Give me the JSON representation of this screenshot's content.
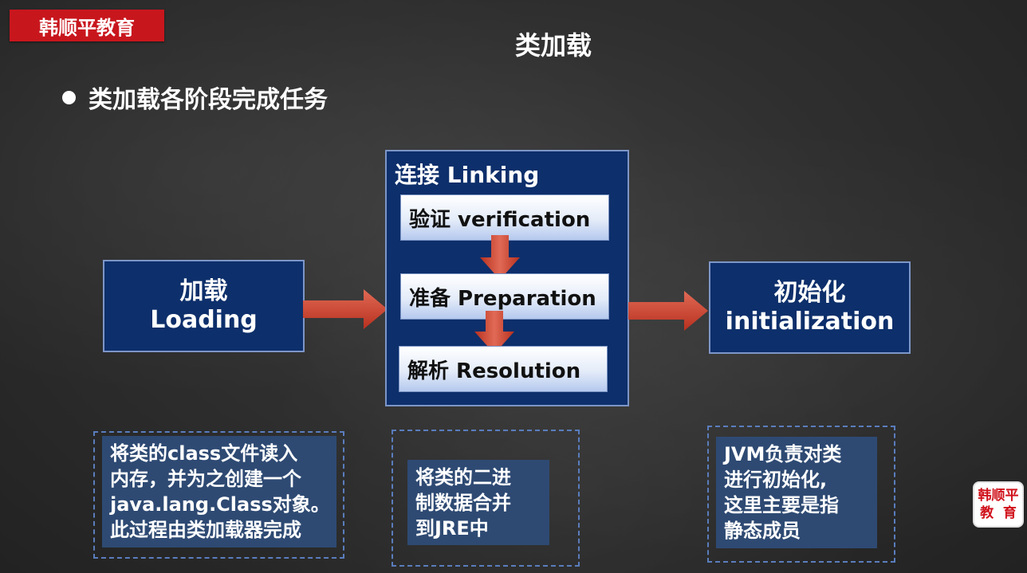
{
  "brand": {
    "label": "韩顺平教育"
  },
  "title": "类加载",
  "bullet": {
    "text": "类加载各阶段完成任务"
  },
  "stages": {
    "loading": {
      "line1": "加载",
      "line2": "Loading"
    },
    "linking": {
      "title": "连接 Linking",
      "steps": [
        {
          "label": "验证 verification"
        },
        {
          "label": "准备 Preparation"
        },
        {
          "label": "解析 Resolution"
        }
      ]
    },
    "initialization": {
      "line1": "初始化",
      "line2": "initialization"
    }
  },
  "notes": {
    "loading": [
      "将类的class文件读入",
      "内存，并为之创建一个",
      "java.lang.Class对象。",
      "此过程由类加载器完成"
    ],
    "linking": [
      "将类的二进",
      "制数据合并",
      "到JRE中"
    ],
    "initialization": [
      "JVM负责对类",
      "进行初始化,",
      "这里主要是指",
      "静态成员"
    ]
  },
  "badge": {
    "line1": "韩顺平",
    "line2": "教  育"
  },
  "colors": {
    "stage_box": "#0d2f6b",
    "arrow": "#cd3b2a",
    "brand": "#c8161d",
    "note_bg": "#2e4a73"
  }
}
